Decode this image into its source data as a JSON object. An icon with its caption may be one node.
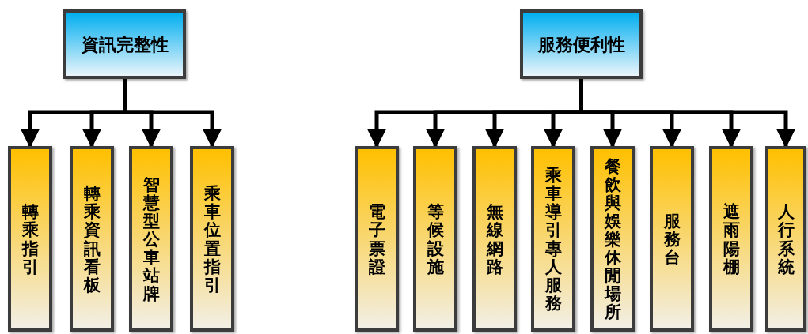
{
  "diagram": {
    "nodes": [
      {
        "text": [
          "資訊完整性"
        ]
      },
      {
        "text": [
          "轉乘指引"
        ]
      },
      {
        "text": [
          "轉乘資訊看板"
        ]
      },
      {
        "text": [
          "智慧型公車站牌"
        ]
      },
      {
        "text": [
          "乘車位置指引"
        ]
      },
      {
        "text": [
          "服務便利性"
        ]
      },
      {
        "text": [
          "電子票證"
        ]
      },
      {
        "text": [
          "等候設施"
        ]
      },
      {
        "text": [
          "無線網路"
        ]
      },
      {
        "text": [
          "乘車導引專人服務"
        ]
      },
      {
        "text": [
          "餐飲與娛樂休閒場所"
        ]
      },
      {
        "text": [
          "服務台"
        ]
      },
      {
        "text": [
          "遮雨陽棚"
        ]
      },
      {
        "text": [
          "人行系統"
        ]
      }
    ],
    "edges": [
      {
        "from": 0,
        "to": 1,
        "arrow": "to"
      },
      {
        "from": 0,
        "to": 2,
        "arrow": "to"
      },
      {
        "from": 0,
        "to": 3,
        "arrow": "to"
      },
      {
        "from": 0,
        "to": 4,
        "arrow": "to"
      },
      {
        "from": 5,
        "to": 6,
        "arrow": "to"
      },
      {
        "from": 5,
        "to": 7,
        "arrow": "to"
      },
      {
        "from": 5,
        "to": 8,
        "arrow": "to"
      },
      {
        "from": 5,
        "to": 9,
        "arrow": "to"
      },
      {
        "from": 5,
        "to": 10,
        "arrow": "to"
      },
      {
        "from": 5,
        "to": 11,
        "arrow": "to"
      },
      {
        "from": 5,
        "to": 12,
        "arrow": "to"
      },
      {
        "from": 5,
        "to": 13,
        "arrow": "to"
      }
    ]
  }
}
